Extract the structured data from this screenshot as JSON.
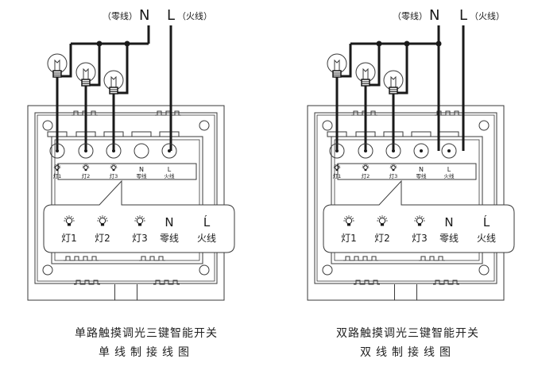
{
  "colors": {
    "wire": "#1a1a1a",
    "outline": "#3a3a3a",
    "background": "#ffffff"
  },
  "diagrams": [
    {
      "id": "single-wire",
      "supply": {
        "neutral_symbol": "N",
        "neutral_label": "（零线）",
        "live_symbol": "L",
        "live_label": "（火线）"
      },
      "neutral_to_switch": false,
      "terminals": [
        {
          "symbol": "bulb-icon",
          "label": "灯1",
          "wired": true
        },
        {
          "symbol": "bulb-icon",
          "label": "灯2",
          "wired": true
        },
        {
          "symbol": "bulb-icon",
          "label": "灯3",
          "wired": true
        },
        {
          "symbol": "N",
          "label": "零线",
          "wired": false
        },
        {
          "symbol": "L",
          "label": "火线",
          "wired": true
        }
      ],
      "caption": {
        "title": "单路触摸调光三键智能开关",
        "subtitle": "单线制接线图"
      }
    },
    {
      "id": "double-wire",
      "supply": {
        "neutral_symbol": "N",
        "neutral_label": "（零线）",
        "live_symbol": "L",
        "live_label": "（火线）"
      },
      "neutral_to_switch": true,
      "terminals": [
        {
          "symbol": "bulb-icon",
          "label": "灯1",
          "wired": true
        },
        {
          "symbol": "bulb-icon",
          "label": "灯2",
          "wired": true
        },
        {
          "symbol": "bulb-icon",
          "label": "灯3",
          "wired": true
        },
        {
          "symbol": "N",
          "label": "零线",
          "wired": true
        },
        {
          "symbol": "L",
          "label": "火线",
          "wired": true
        }
      ],
      "caption": {
        "title": "双路触摸调光三键智能开关",
        "subtitle": "双线制接线图"
      }
    }
  ]
}
